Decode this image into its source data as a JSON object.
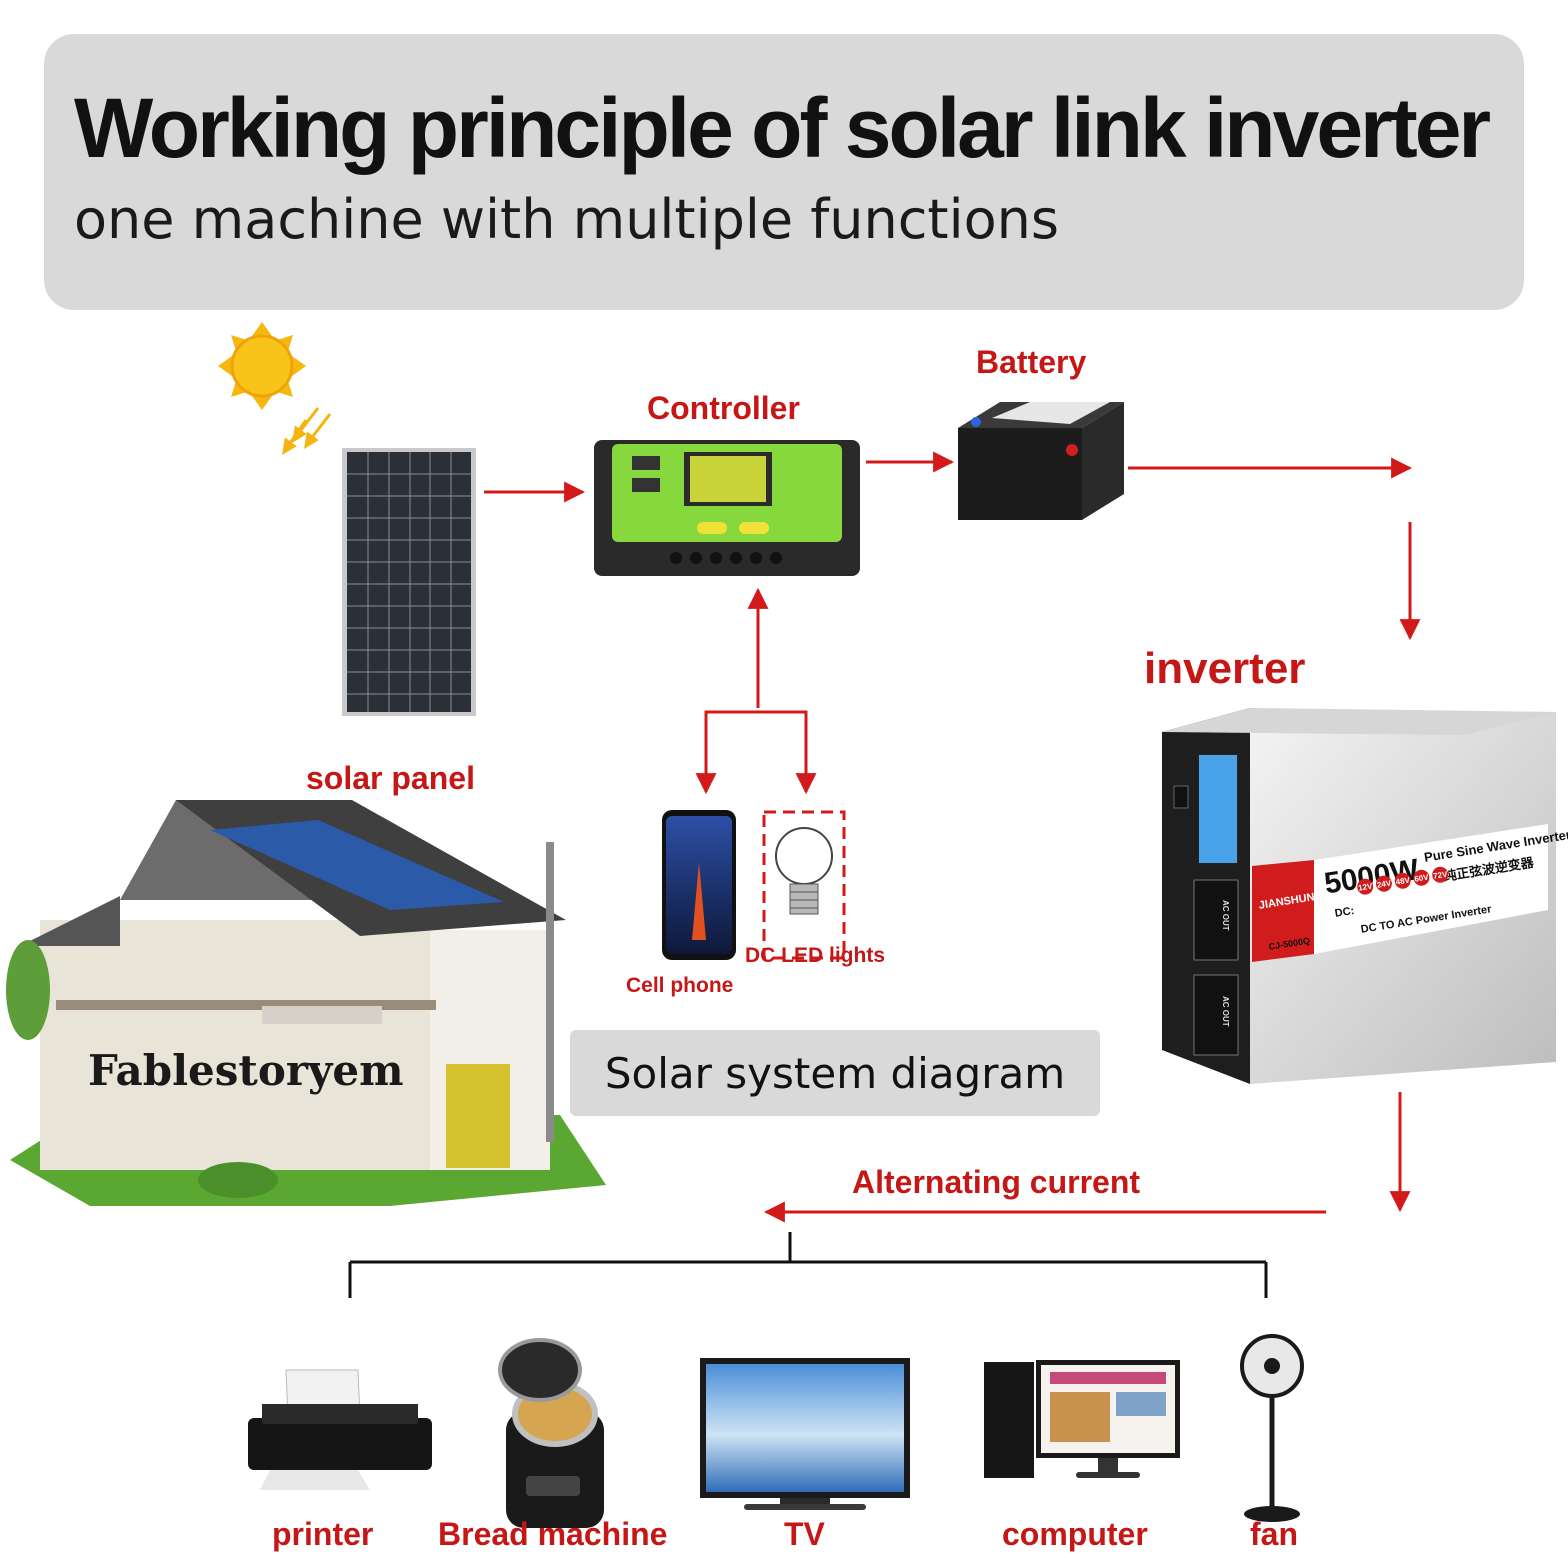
{
  "header": {
    "title": "Working principle of solar link inverter",
    "subtitle": "one machine with multiple functions"
  },
  "labels": {
    "solar_panel": "solar panel",
    "controller": "Controller",
    "battery": "Battery",
    "inverter": "inverter",
    "cell_phone": "Cell phone",
    "dc_led": "DC LED lights",
    "alternating_current": "Alternating current",
    "diagram_caption": "Solar system diagram",
    "watermark": "Fablestoryem"
  },
  "inverter_device": {
    "brand": "JIANSHUN",
    "power": "5000W",
    "type_en": "Pure Sine Wave Inverter",
    "type_cn": "纯正弦波逆变器",
    "dc_label": "DC:",
    "voltages": [
      "12V",
      "24V",
      "48V",
      "60V",
      "72V"
    ],
    "dc_to_ac": "DC TO AC Power Inverter",
    "model": "CJ-5000Q",
    "socket_label": "AC OUT"
  },
  "appliances": [
    {
      "label": "printer",
      "icon": "printer-icon"
    },
    {
      "label": "Bread machine",
      "icon": "bread-machine-icon"
    },
    {
      "label": "TV",
      "icon": "tv-icon"
    },
    {
      "label": "computer",
      "icon": "computer-icon"
    },
    {
      "label": "fan",
      "icon": "fan-icon"
    }
  ],
  "colors": {
    "arrow": "#d21a1a",
    "label_red": "#c61717",
    "header_bg": "#d9d9d9",
    "controller_green": "#7fd63a"
  }
}
